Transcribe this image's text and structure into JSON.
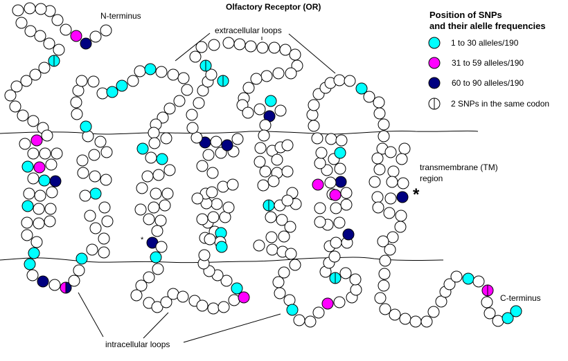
{
  "title": "Olfactory Receptor (OR)",
  "labels": {
    "n_terminus": "N-terminus",
    "c_terminus": "C-terminus",
    "extracellular_loops": "extracellular loops",
    "intracellular_loops": "intracellular loops",
    "tm_region_line1": "transmembrane (TM)",
    "tm_region_line2": "region",
    "asterisk_large": "*",
    "asterisk_small": "*"
  },
  "legend": {
    "title_line1": "Position of SNPs",
    "title_line2": "and their alelle frequencies",
    "items": [
      {
        "key": "low",
        "label": "1 to 30 alleles/190",
        "color": "#00ffff"
      },
      {
        "key": "mid",
        "label": "31 to 59 alleles/190",
        "color": "#ff00ff"
      },
      {
        "key": "high",
        "label": "60 to 90 alleles/190",
        "color": "#000080"
      },
      {
        "key": "double",
        "label": "2 SNPs in the same codon",
        "color": "#ffffff"
      }
    ]
  },
  "colors": {
    "low": "#00ffff",
    "mid": "#ff00ff",
    "high": "#000080",
    "none": "#ffffff",
    "outline": "#000000"
  },
  "residues": [
    [
      "none",
      153,
      44
    ],
    [
      "none",
      138,
      53
    ],
    [
      "high",
      124,
      63
    ],
    [
      "mid",
      110,
      52
    ],
    [
      "none",
      95,
      43
    ],
    [
      "none",
      83,
      29
    ],
    [
      "none",
      72,
      16
    ],
    [
      "none",
      59,
      13
    ],
    [
      "none",
      43,
      12
    ],
    [
      "none",
      26,
      15
    ],
    [
      "none",
      31,
      33
    ],
    [
      "none",
      44,
      45
    ],
    [
      "none",
      58,
      52
    ],
    [
      "none",
      71,
      63
    ],
    [
      "none",
      85,
      72
    ],
    [
      "low",
      78,
      88,
      "v"
    ],
    [
      "none",
      64,
      98
    ],
    [
      "none",
      51,
      108
    ],
    [
      "none",
      38,
      117
    ],
    [
      "none",
      24,
      125
    ],
    [
      "none",
      15,
      138
    ],
    [
      "none",
      22,
      154
    ],
    [
      "none",
      33,
      167
    ],
    [
      "none",
      48,
      175
    ],
    [
      "none",
      62,
      185
    ],
    [
      "none",
      68,
      196
    ],
    [
      "mid",
      53,
      203
    ],
    [
      "none",
      36,
      208
    ],
    [
      "none",
      48,
      222
    ],
    [
      "none",
      65,
      222
    ],
    [
      "none",
      82,
      222
    ],
    [
      "low",
      40,
      241
    ],
    [
      "mid",
      57,
      242
    ],
    [
      "none",
      74,
      238
    ],
    [
      "none",
      48,
      258
    ],
    [
      "low",
      64,
      261
    ],
    [
      "high",
      80,
      262
    ],
    [
      "none",
      42,
      280
    ],
    [
      "none",
      58,
      283
    ],
    [
      "none",
      75,
      278
    ],
    [
      "low",
      40,
      298
    ],
    [
      "none",
      56,
      302
    ],
    [
      "none",
      73,
      302
    ],
    [
      "none",
      39,
      322
    ],
    [
      "none",
      56,
      323
    ],
    [
      "none",
      72,
      320
    ],
    [
      "none",
      39,
      340
    ],
    [
      "none",
      53,
      350
    ],
    [
      "low",
      49,
      366
    ],
    [
      "low",
      43,
      382
    ],
    [
      "none",
      47,
      398
    ],
    [
      "high",
      62,
      407
    ],
    [
      "none",
      79,
      412
    ],
    [
      "mid",
      95,
      416,
      "split"
    ],
    [
      "none",
      107,
      406
    ],
    [
      "none",
      114,
      391
    ],
    [
      "low",
      118,
      374
    ],
    [
      "none",
      133,
      361
    ],
    [
      "none",
      150,
      365
    ],
    [
      "none",
      150,
      345
    ],
    [
      "none",
      138,
      330
    ],
    [
      "none",
      155,
      320
    ],
    [
      "none",
      130,
      312
    ],
    [
      "none",
      151,
      300
    ],
    [
      "low",
      138,
      280
    ],
    [
      "none",
      123,
      283
    ],
    [
      "none",
      153,
      260
    ],
    [
      "none",
      137,
      255
    ],
    [
      "none",
      120,
      250
    ],
    [
      "none",
      119,
      232
    ],
    [
      "none",
      136,
      224
    ],
    [
      "none",
      154,
      220
    ],
    [
      "none",
      145,
      205
    ],
    [
      "none",
      127,
      197
    ],
    [
      "low",
      124,
      183
    ],
    [
      "none",
      111,
      165
    ],
    [
      "none",
      110,
      148
    ],
    [
      "none",
      113,
      131
    ],
    [
      "none",
      118,
      117
    ],
    [
      "none",
      135,
      118
    ],
    [
      "none",
      148,
      135
    ],
    [
      "low",
      162,
      133
    ],
    [
      "low",
      176,
      124
    ],
    [
      "none",
      192,
      117
    ],
    [
      "none",
      202,
      103
    ],
    [
      "low",
      217,
      100
    ],
    [
      "none",
      233,
      104
    ],
    [
      "none",
      250,
      108
    ],
    [
      "none",
      265,
      113
    ],
    [
      "none",
      270,
      130
    ],
    [
      "none",
      259,
      146
    ],
    [
      "none",
      245,
      157
    ],
    [
      "none",
      235,
      170
    ],
    [
      "none",
      225,
      180
    ],
    [
      "none",
      222,
      192
    ],
    [
      "none",
      240,
      200
    ],
    [
      "none",
      223,
      207
    ],
    [
      "low",
      206,
      215
    ],
    [
      "none",
      218,
      228
    ],
    [
      "low",
      234,
      230
    ],
    [
      "none",
      245,
      246
    ],
    [
      "none",
      229,
      253
    ],
    [
      "none",
      213,
      255
    ],
    [
      "none",
      205,
      272
    ],
    [
      "none",
      225,
      280
    ],
    [
      "none",
      242,
      280
    ],
    [
      "none",
      238,
      297
    ],
    [
      "none",
      222,
      300
    ],
    [
      "none",
      203,
      303
    ],
    [
      "none",
      215,
      317
    ],
    [
      "none",
      232,
      319
    ],
    [
      "none",
      227,
      334
    ],
    [
      "high",
      220,
      351
    ],
    [
      "none",
      233,
      357
    ],
    [
      "low",
      225,
      372
    ],
    [
      "none",
      228,
      389
    ],
    [
      "none",
      215,
      401
    ],
    [
      "none",
      204,
      413
    ],
    [
      "none",
      197,
      427
    ],
    [
      "none",
      215,
      438
    ],
    [
      "none",
      227,
      444
    ],
    [
      "none",
      240,
      437
    ],
    [
      "none",
      250,
      425
    ],
    [
      "none",
      264,
      429
    ],
    [
      "none",
      281,
      435
    ],
    [
      "none",
      292,
      442
    ],
    [
      "none",
      308,
      446
    ],
    [
      "none",
      323,
      444
    ],
    [
      "none",
      338,
      434
    ],
    [
      "mid",
      352,
      430
    ],
    [
      "low",
      342,
      417
    ],
    [
      "none",
      327,
      406
    ],
    [
      "none",
      314,
      398
    ],
    [
      "none",
      302,
      392
    ],
    [
      "none",
      294,
      381
    ],
    [
      "none",
      295,
      369
    ],
    [
      "none",
      296,
      344
    ],
    [
      "none",
      310,
      335
    ],
    [
      "low",
      319,
      337
    ],
    [
      "none",
      318,
      350
    ],
    [
      "low",
      320,
      357
    ],
    [
      "none",
      303,
      346
    ],
    [
      "none",
      300,
      322
    ],
    [
      "none",
      292,
      317
    ],
    [
      "none",
      308,
      314
    ],
    [
      "none",
      325,
      314
    ],
    [
      "none",
      330,
      300
    ],
    [
      "none",
      313,
      295
    ],
    [
      "none",
      298,
      294
    ],
    [
      "none",
      297,
      280
    ],
    [
      "none",
      306,
      278
    ],
    [
      "none",
      322,
      270
    ],
    [
      "none",
      336,
      267
    ],
    [
      "none",
      285,
      287
    ],
    [
      "none",
      307,
      250
    ],
    [
      "none",
      292,
      240
    ],
    [
      "none",
      301,
      224
    ],
    [
      "none",
      319,
      221
    ],
    [
      "none",
      337,
      219
    ],
    [
      "high",
      296,
      206
    ],
    [
      "none",
      284,
      199
    ],
    [
      "none",
      312,
      205
    ],
    [
      "high",
      328,
      210
    ],
    [
      "none",
      343,
      201
    ],
    [
      "none",
      278,
      185
    ],
    [
      "none",
      277,
      166
    ],
    [
      "none",
      287,
      149
    ],
    [
      "none",
      293,
      131
    ],
    [
      "none",
      300,
      118
    ],
    [
      "low",
      322,
      117,
      "v"
    ],
    [
      "none",
      305,
      108
    ],
    [
      "low",
      297,
      95,
      "v"
    ],
    [
      "none",
      282,
      82
    ],
    [
      "none",
      291,
      68
    ],
    [
      "none",
      309,
      65
    ],
    [
      "none",
      330,
      62
    ],
    [
      "none",
      346,
      64
    ],
    [
      "none",
      362,
      67
    ],
    [
      "none",
      379,
      69
    ],
    [
      "none",
      396,
      69
    ],
    [
      "none",
      412,
      72
    ],
    [
      "none",
      426,
      79
    ],
    [
      "none",
      429,
      95
    ],
    [
      "none",
      420,
      106
    ],
    [
      "none",
      402,
      106
    ],
    [
      "none",
      385,
      110
    ],
    [
      "none",
      370,
      114
    ],
    [
      "none",
      359,
      127
    ],
    [
      "none",
      352,
      142
    ],
    [
      "none",
      350,
      152
    ],
    [
      "none",
      358,
      163
    ],
    [
      "none",
      375,
      158
    ],
    [
      "low",
      391,
      146
    ],
    [
      "none",
      405,
      160
    ],
    [
      "high",
      389,
      168
    ],
    [
      "none",
      383,
      181
    ],
    [
      "none",
      381,
      196
    ],
    [
      "none",
      376,
      214
    ],
    [
      "none",
      393,
      218
    ],
    [
      "none",
      405,
      213
    ],
    [
      "none",
      415,
      210
    ],
    [
      "none",
      400,
      231
    ],
    [
      "none",
      375,
      234
    ],
    [
      "none",
      383,
      248
    ],
    [
      "none",
      400,
      250
    ],
    [
      "none",
      415,
      248
    ],
    [
      "none",
      380,
      268
    ],
    [
      "none",
      395,
      262
    ],
    [
      "none",
      422,
      279
    ],
    [
      "none",
      427,
      295
    ],
    [
      "low",
      388,
      297,
      "v"
    ],
    [
      "none",
      404,
      297
    ],
    [
      "none",
      415,
      290
    ],
    [
      "none",
      391,
      314
    ],
    [
      "none",
      407,
      318
    ],
    [
      "none",
      419,
      328
    ],
    [
      "none",
      392,
      343
    ],
    [
      "none",
      410,
      342
    ],
    [
      "none",
      374,
      355
    ],
    [
      "none",
      393,
      361
    ],
    [
      "none",
      408,
      364
    ],
    [
      "none",
      420,
      367
    ],
    [
      "none",
      426,
      383
    ],
    [
      "none",
      410,
      394
    ],
    [
      "none",
      402,
      408
    ],
    [
      "none",
      404,
      424
    ],
    [
      "none",
      418,
      434
    ],
    [
      "low",
      422,
      448
    ],
    [
      "none",
      432,
      463
    ],
    [
      "none",
      448,
      465
    ],
    [
      "none",
      460,
      452
    ],
    [
      "mid",
      473,
      439
    ],
    [
      "none",
      490,
      437
    ],
    [
      "none",
      508,
      430
    ],
    [
      "none",
      514,
      419
    ],
    [
      "none",
      513,
      404
    ],
    [
      "none",
      499,
      395
    ],
    [
      "low",
      484,
      402,
      "v"
    ],
    [
      "none",
      470,
      393
    ],
    [
      "none",
      475,
      380
    ],
    [
      "none",
      483,
      371
    ],
    [
      "none",
      476,
      356
    ],
    [
      "none",
      485,
      351
    ],
    [
      "none",
      501,
      351
    ],
    [
      "high",
      503,
      339
    ],
    [
      "none",
      490,
      322
    ],
    [
      "none",
      473,
      325
    ],
    [
      "none",
      462,
      321
    ],
    [
      "none",
      462,
      301
    ],
    [
      "none",
      485,
      301
    ],
    [
      "none",
      500,
      296
    ],
    [
      "none",
      480,
      281
    ],
    [
      "none",
      500,
      279
    ],
    [
      "high",
      492,
      263
    ],
    [
      "mid",
      459,
      267
    ],
    [
      "none",
      477,
      264
    ],
    [
      "mid",
      484,
      282
    ],
    [
      "none",
      472,
      246
    ],
    [
      "none",
      491,
      244
    ],
    [
      "none",
      462,
      236
    ],
    [
      "none",
      482,
      230
    ],
    [
      "low",
      491,
      221
    ],
    [
      "none",
      464,
      221
    ],
    [
      "none",
      458,
      200
    ],
    [
      "none",
      478,
      201
    ],
    [
      "none",
      493,
      203
    ],
    [
      "none",
      453,
      182
    ],
    [
      "none",
      451,
      166
    ],
    [
      "none",
      453,
      152
    ],
    [
      "none",
      460,
      136
    ],
    [
      "none",
      470,
      127
    ],
    [
      "none",
      477,
      120
    ],
    [
      "none",
      490,
      116
    ],
    [
      "none",
      505,
      117
    ],
    [
      "low",
      522,
      128
    ],
    [
      "none",
      533,
      140
    ],
    [
      "none",
      547,
      148
    ],
    [
      "none",
      548,
      164
    ],
    [
      "none",
      554,
      180
    ],
    [
      "none",
      554,
      197
    ],
    [
      "none",
      552,
      215
    ],
    [
      "none",
      545,
      229
    ],
    [
      "none",
      548,
      245
    ],
    [
      "none",
      541,
      263
    ],
    [
      "none",
      545,
      285
    ],
    [
      "none",
      546,
      300
    ],
    [
      "none",
      568,
      248
    ],
    [
      "none",
      584,
      215
    ],
    [
      "none",
      580,
      230
    ],
    [
      "none",
      564,
      220
    ],
    [
      "none",
      566,
      263
    ],
    [
      "none",
      582,
      265
    ],
    [
      "high",
      581,
      285
    ],
    [
      "none",
      564,
      287
    ],
    [
      "none",
      562,
      308
    ],
    [
      "none",
      579,
      312
    ],
    [
      "none",
      578,
      328
    ],
    [
      "none",
      567,
      343
    ],
    [
      "none",
      553,
      349
    ],
    [
      "none",
      563,
      361
    ],
    [
      "none",
      556,
      377
    ],
    [
      "none",
      555,
      396
    ],
    [
      "none",
      554,
      413
    ],
    [
      "none",
      549,
      431
    ],
    [
      "none",
      556,
      447
    ],
    [
      "none",
      570,
      455
    ],
    [
      "none",
      585,
      461
    ],
    [
      "none",
      600,
      465
    ],
    [
      "none",
      616,
      465
    ],
    [
      "none",
      626,
      451
    ],
    [
      "none",
      637,
      436
    ],
    [
      "none",
      643,
      422
    ],
    [
      "none",
      649,
      411
    ],
    [
      "none",
      659,
      400
    ],
    [
      "low",
      676,
      403
    ],
    [
      "none",
      691,
      407
    ],
    [
      "mid",
      704,
      420,
      "v"
    ],
    [
      "none",
      703,
      437
    ],
    [
      "none",
      707,
      453
    ],
    [
      "none",
      719,
      464
    ],
    [
      "low",
      733,
      460
    ],
    [
      "low",
      745,
      450
    ]
  ]
}
